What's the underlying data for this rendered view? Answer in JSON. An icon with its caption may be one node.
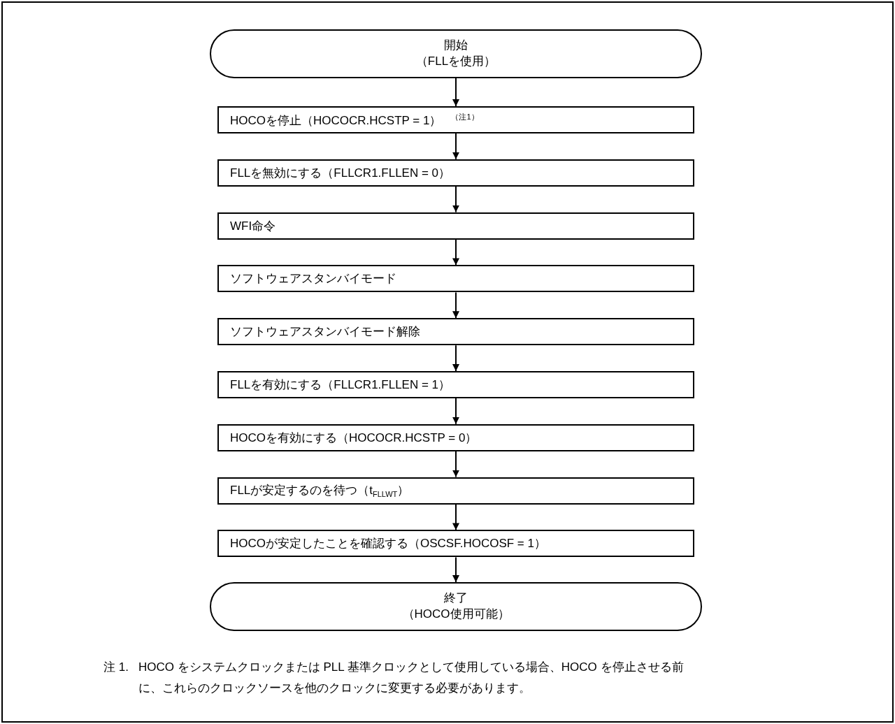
{
  "diagram": {
    "nodes": [
      {
        "text": [
          "開始",
          "（FLLを使用）"
        ]
      },
      {
        "text": [
          "HOCOを停止（HOCOCR.HCSTP = 1）$^{（注1）}$"
        ]
      },
      {
        "text": [
          "FLLを無効にする（FLLCR1.FLLEN = 0）"
        ]
      },
      {
        "text": [
          "WFI命令"
        ]
      },
      {
        "text": [
          "ソフトウェアスタンバイモード"
        ]
      },
      {
        "text": [
          "ソフトウェアスタンバイモード解除"
        ]
      },
      {
        "text": [
          "FLLを有効にする（FLLCR1.FLLEN = 1）"
        ]
      },
      {
        "text": [
          "HOCOを有効にする（HOCOCR.HCSTP = 0）"
        ]
      },
      {
        "text": [
          "FLLが安定するのを待つ（t$_{FLLWT}$）"
        ]
      },
      {
        "text": [
          "HOCOが安定したことを確認する（OSCSF.HOCOSF = 1）"
        ]
      },
      {
        "text": [
          "終了",
          "（HOCO使用可能）"
        ]
      }
    ],
    "edges": [
      {
        "from": 0,
        "to": 1,
        "arrow": "to"
      },
      {
        "from": 1,
        "to": 2,
        "arrow": "to"
      },
      {
        "from": 2,
        "to": 3,
        "arrow": "to"
      },
      {
        "from": 3,
        "to": 4,
        "arrow": "to"
      },
      {
        "from": 4,
        "to": 5,
        "arrow": "to"
      },
      {
        "from": 5,
        "to": 6,
        "arrow": "to"
      },
      {
        "from": 6,
        "to": 7,
        "arrow": "to"
      },
      {
        "from": 7,
        "to": 8,
        "arrow": "to"
      },
      {
        "from": 8,
        "to": 9,
        "arrow": "to"
      },
      {
        "from": 9,
        "to": 10,
        "arrow": "to"
      }
    ],
    "labels": [
      "注 1.",
      "HOCO をシステムクロックまたは PLL 基準クロックとして使用している場合、HOCO を停止させる前に、これらのクロックソースを他のクロックに変更する必要があります。"
    ]
  }
}
